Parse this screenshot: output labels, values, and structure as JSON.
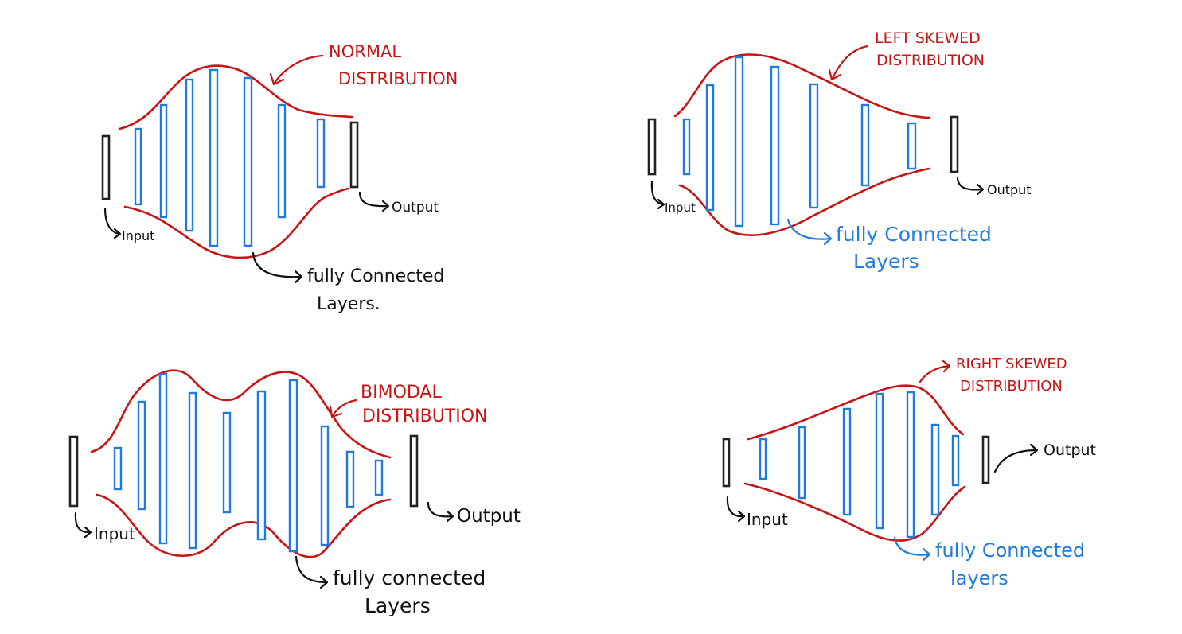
{
  "diagrams": [
    {
      "title_line1": "NORMAL",
      "title_line2": "DISTRIBUTION",
      "input_label": "Input",
      "output_label": "Output",
      "layers_line1": "fully Connected",
      "layers_line2": "Layers."
    },
    {
      "title_line1": "LEFT SKEWED",
      "title_line2": "DISTRIBUTION",
      "input_label": "Input",
      "output_label": "Output",
      "layers_line1": "fully Connected",
      "layers_line2": "Layers"
    },
    {
      "title_line1": "BIMODAL",
      "title_line2": "DISTRIBUTION",
      "input_label": "Input",
      "output_label": "Output",
      "layers_line1": "fully connected",
      "layers_line2": "Layers"
    },
    {
      "title_line1": "RIGHT SKEWED",
      "title_line2": "DISTRIBUTION",
      "input_label": "Input",
      "output_label": "Output",
      "layers_line1": "fully Connected",
      "layers_line2": "layers"
    }
  ],
  "colors": {
    "envelope": "#c81414",
    "layers": "#1e7be0",
    "io_blocks": "#222222",
    "text": "#111111"
  }
}
